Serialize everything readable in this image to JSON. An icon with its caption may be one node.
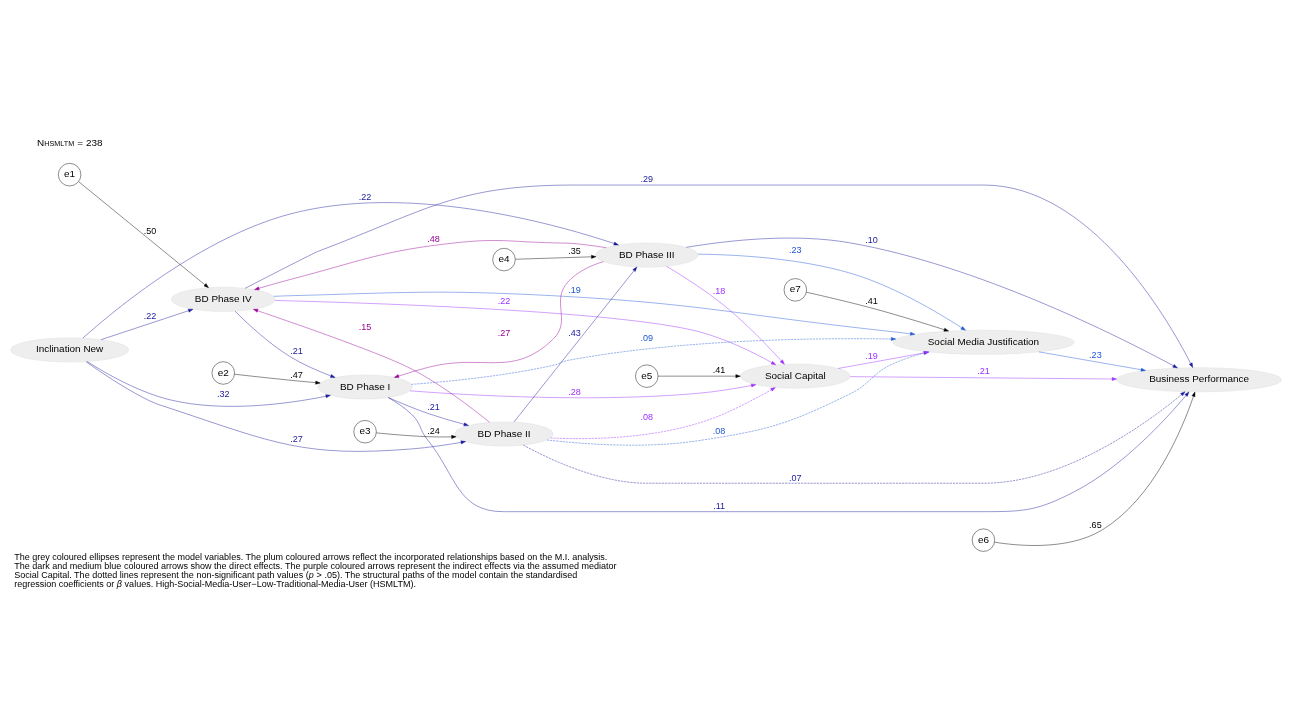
{
  "diagram": {
    "caption": "The grey coloured ellipses represent the model variables. The plum coloured arrows reflect the incorporated relationships based on the M.I. analysis. The dark and medium blue coloured arrows show the direct effects. The purple coloured arrows represent the indirect effects via the assumed mediator Social Capital. The dotted lines represent the non-significant path values (*p* > .05). The structural paths of the model contain the standardised regression coefficients or *β* values. High-Social-Media-User−Low-Traditional-Media-User (HSMLTM).",
    "nodes": [
      {
        "text": [
          "Inclination New"
        ]
      },
      {
        "text": [
          "BD Phase IV"
        ]
      },
      {
        "text": [
          "BD Phase I"
        ]
      },
      {
        "text": [
          "BD Phase II"
        ]
      },
      {
        "text": [
          "BD Phase III"
        ]
      },
      {
        "text": [
          "Business Performance"
        ]
      },
      {
        "text": [
          "Social Media Justification"
        ]
      },
      {
        "text": [
          "Social Capital"
        ]
      },
      {
        "text": [
          "e1"
        ]
      },
      {
        "text": [
          "e2"
        ]
      },
      {
        "text": [
          "e3"
        ]
      },
      {
        "text": [
          "e4"
        ]
      },
      {
        "text": [
          "e5"
        ]
      },
      {
        "text": [
          "e6"
        ]
      },
      {
        "text": [
          "e7"
        ]
      }
    ],
    "edges": [
      {
        "from": 0,
        "to": 1,
        "arrow": "to",
        "label": ".22",
        "color": "#1a1a9c"
      },
      {
        "from": 0,
        "to": 2,
        "arrow": "to",
        "label": ".32",
        "color": "#1a1a9c"
      },
      {
        "from": 0,
        "to": 3,
        "arrow": "to",
        "label": ".27",
        "color": "#1a1a9c"
      },
      {
        "from": 0,
        "to": 4,
        "arrow": "to",
        "label": ".22",
        "color": "#1a1a9c"
      },
      {
        "from": 1,
        "to": 2,
        "arrow": "to",
        "label": ".21",
        "color": "#1a1a9c"
      },
      {
        "from": 2,
        "to": 3,
        "arrow": "to",
        "label": ".21",
        "color": "#1a1a9c"
      },
      {
        "from": 3,
        "to": 4,
        "arrow": "to",
        "label": ".43",
        "color": "#1a1a9c"
      },
      {
        "from": 1,
        "to": 5,
        "arrow": "to",
        "label": ".29",
        "color": "#1a1a9c"
      },
      {
        "from": 2,
        "to": 5,
        "arrow": "to",
        "label": ".11",
        "color": "#1a1a9c"
      },
      {
        "from": 3,
        "to": 5,
        "arrow": "to",
        "label": ".07",
        "style": "dashed",
        "color": "#1a1a9c"
      },
      {
        "from": 4,
        "to": 5,
        "arrow": "to",
        "label": ".10",
        "color": "#1a1a9c"
      },
      {
        "from": 1,
        "to": 6,
        "arrow": "to",
        "label": ".19",
        "color": "#1f57d6"
      },
      {
        "from": 2,
        "to": 6,
        "arrow": "to",
        "label": ".09",
        "style": "dashed",
        "color": "#1f57d6"
      },
      {
        "from": 3,
        "to": 6,
        "arrow": "to",
        "label": ".08",
        "style": "dashed",
        "color": "#1f57d6"
      },
      {
        "from": 4,
        "to": 6,
        "arrow": "to",
        "label": ".23",
        "color": "#1f57d6"
      },
      {
        "from": 6,
        "to": 5,
        "arrow": "to",
        "label": ".23",
        "color": "#1f57d6"
      },
      {
        "from": 1,
        "to": 7,
        "arrow": "to",
        "label": ".22",
        "color": "#9b30ff"
      },
      {
        "from": 2,
        "to": 7,
        "arrow": "to",
        "label": ".28",
        "color": "#9b30ff"
      },
      {
        "from": 3,
        "to": 7,
        "arrow": "to",
        "label": ".08",
        "style": "dashed",
        "color": "#9b30ff"
      },
      {
        "from": 4,
        "to": 7,
        "arrow": "to",
        "label": ".18",
        "color": "#9b30ff"
      },
      {
        "from": 7,
        "to": 5,
        "arrow": "to",
        "label": ".21",
        "color": "#9b30ff"
      },
      {
        "from": 7,
        "to": 6,
        "arrow": "to",
        "label": ".19",
        "color": "#9b30ff"
      },
      {
        "from": 4,
        "to": 2,
        "arrow": "to",
        "label": ".27",
        "color": "#990099"
      },
      {
        "from": 3,
        "to": 1,
        "arrow": "to",
        "label": ".15",
        "color": "#990099"
      },
      {
        "from": 4,
        "to": 1,
        "arrow": "to",
        "label": ".48",
        "color": "#990099"
      },
      {
        "from": 8,
        "to": 1,
        "arrow": "to",
        "label": ".50",
        "color": "#000000"
      },
      {
        "from": 9,
        "to": 2,
        "arrow": "to",
        "label": ".47",
        "color": "#000000"
      },
      {
        "from": 10,
        "to": 3,
        "arrow": "to",
        "label": ".24",
        "color": "#000000"
      },
      {
        "from": 11,
        "to": 4,
        "arrow": "to",
        "label": ".35",
        "color": "#000000"
      },
      {
        "from": 12,
        "to": 7,
        "arrow": "to",
        "label": ".41",
        "color": "#000000"
      },
      {
        "from": 13,
        "to": 5,
        "arrow": "to",
        "label": ".65",
        "color": "#000000"
      },
      {
        "from": 14,
        "to": 6,
        "arrow": "to",
        "label": ".41",
        "color": "#000000"
      }
    ],
    "labels": [
      "N$_{HSMLTM}$ = 238"
    ]
  }
}
